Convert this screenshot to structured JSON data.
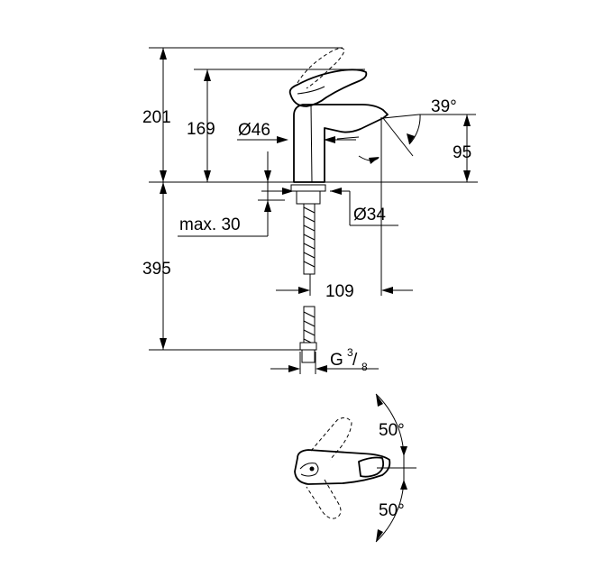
{
  "dimensions": {
    "height_total": "201",
    "height_spout": "169",
    "diameter_body": "Ø46",
    "handle_angle": "39°",
    "spout_clearance": "95",
    "max_deck": "max. 30",
    "diameter_hole": "Ø34",
    "hose_length": "395",
    "reach": "109",
    "thread_letter": "G",
    "thread_num": "3",
    "thread_den": "8",
    "thread_slash": "/",
    "rotation_up": "50°",
    "rotation_down": "50°"
  }
}
